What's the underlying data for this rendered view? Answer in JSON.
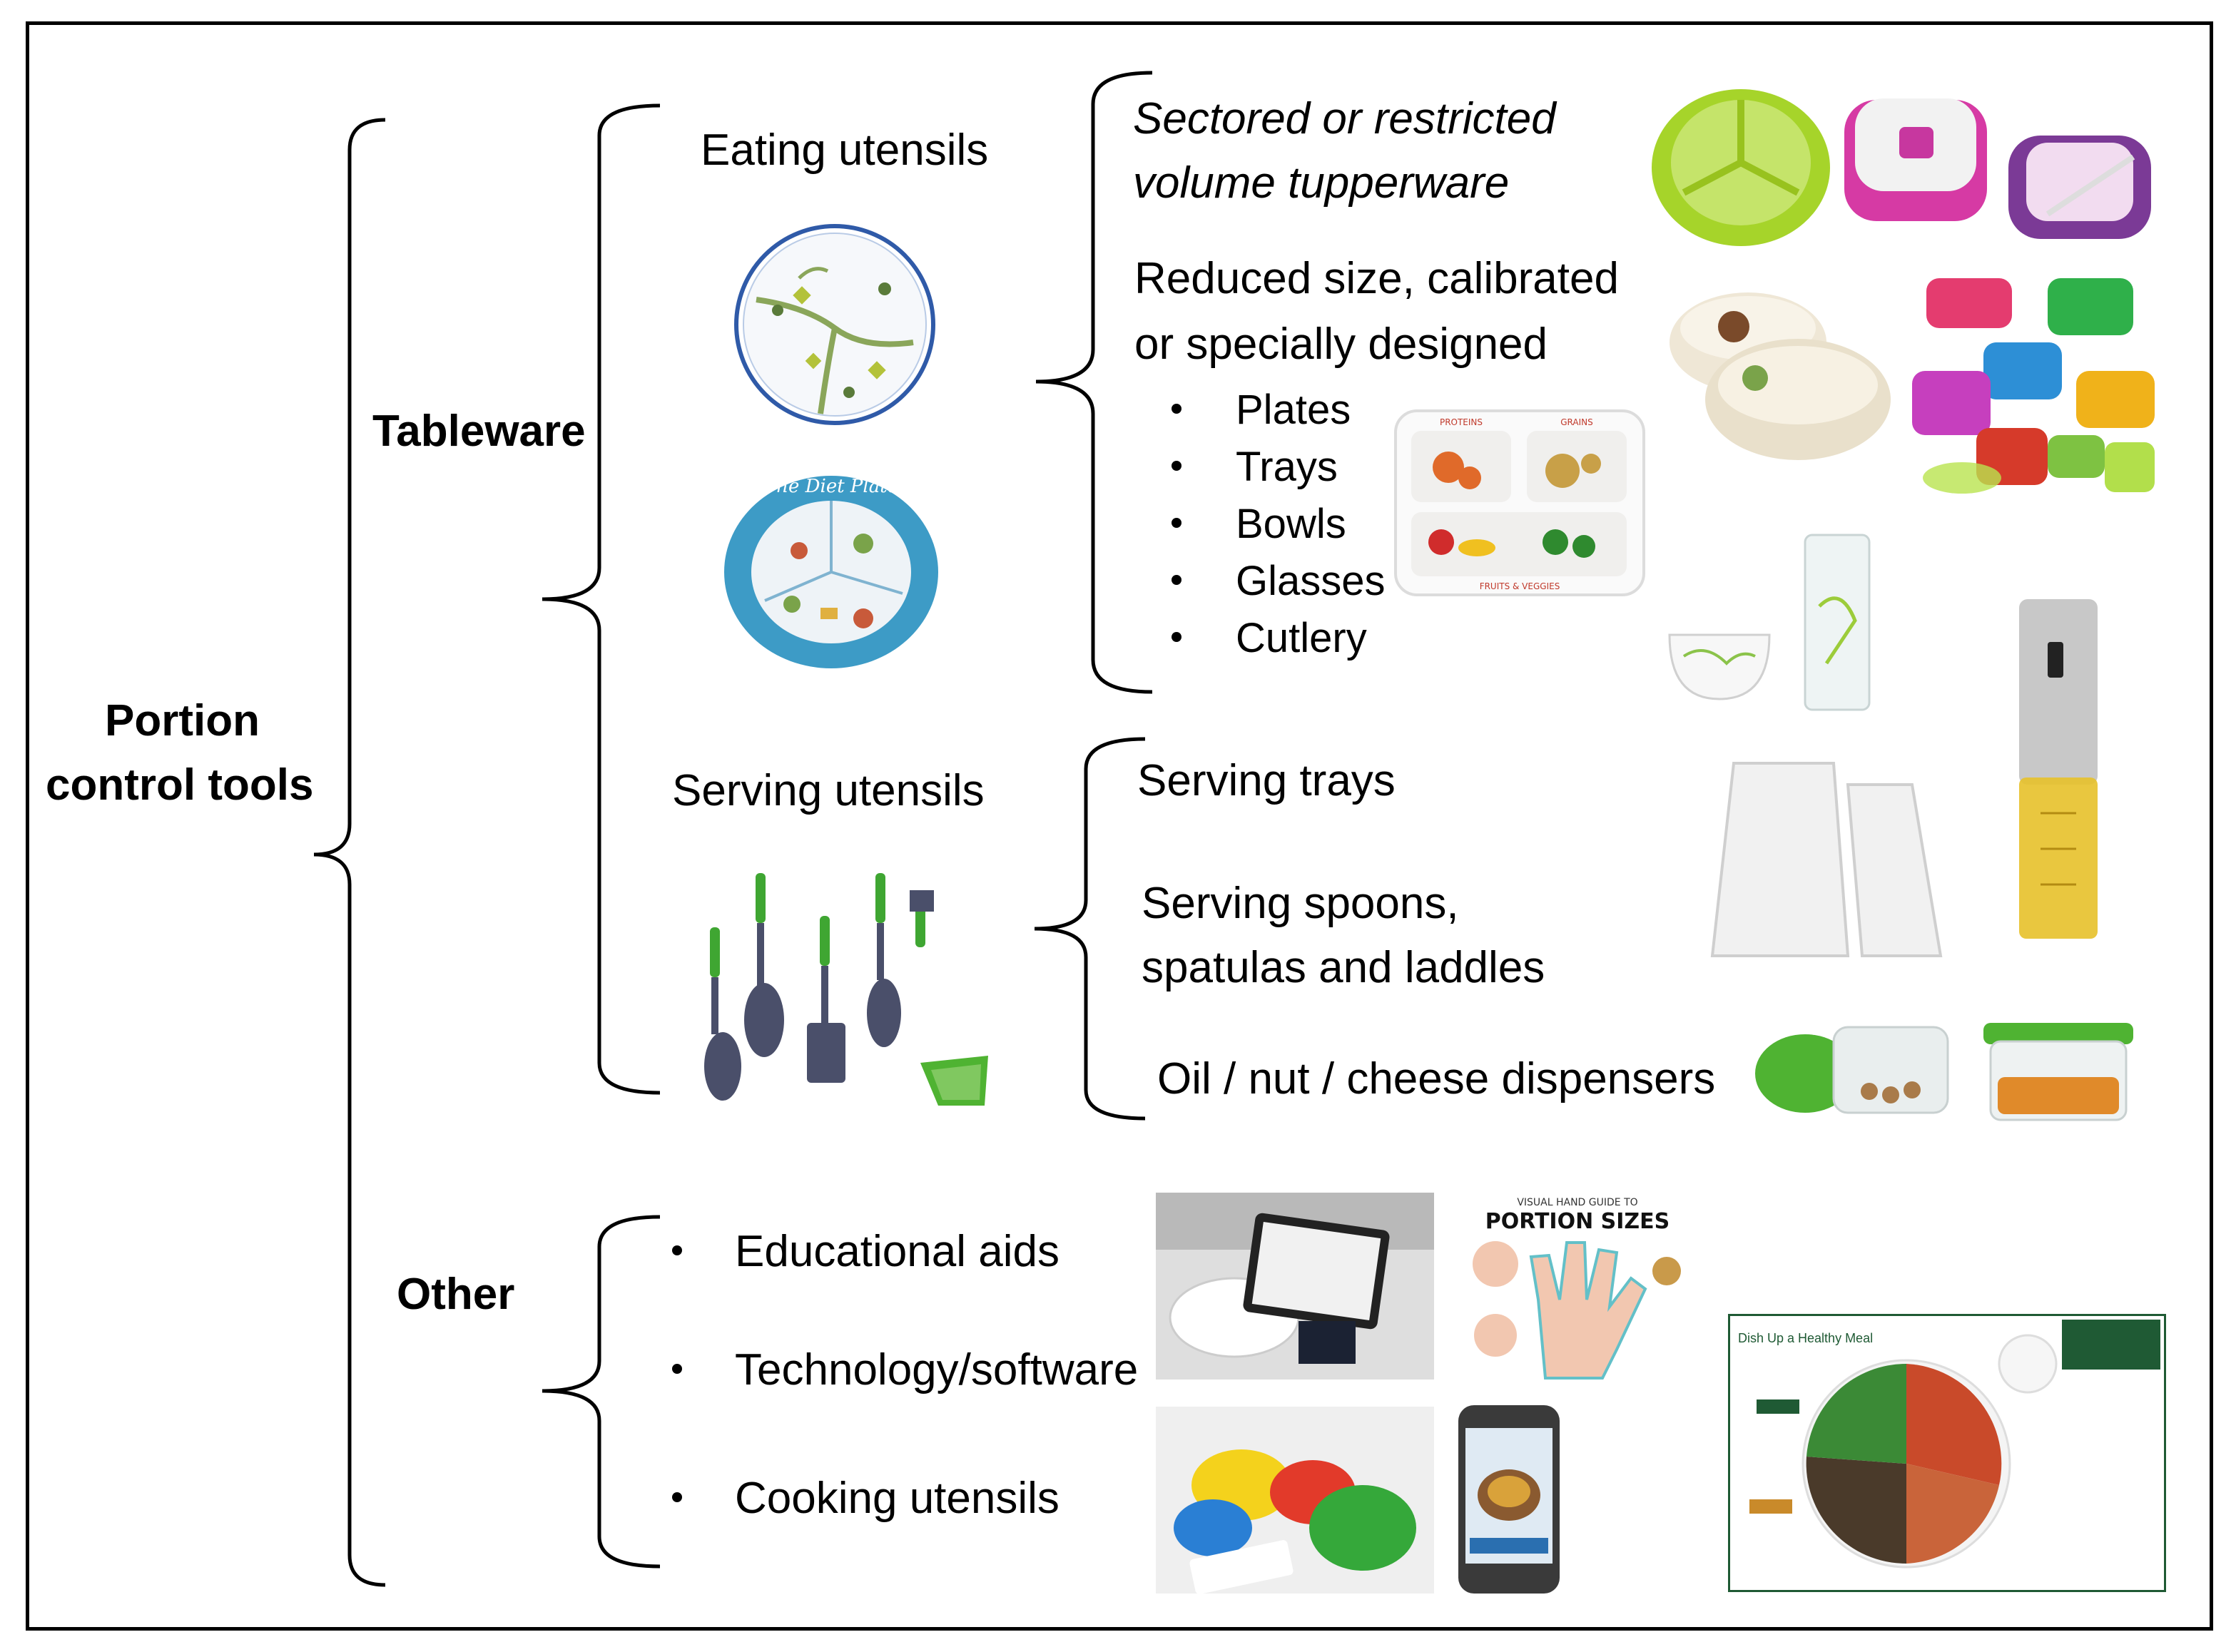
{
  "root": {
    "label_line1": "Portion",
    "label_line2": "control tools"
  },
  "tableware": {
    "label": "Tableware"
  },
  "eating": {
    "label": "Eating utensils",
    "tupperware_line1": "Sectored or restricted",
    "tupperware_line2": "volume  tupperware",
    "reduced_line1": "Reduced size, calibrated",
    "reduced_line2": "or specially designed",
    "items": [
      "Plates",
      "Trays",
      "Bowls",
      "Glasses",
      "Cutlery"
    ]
  },
  "serving": {
    "label": "Serving utensils",
    "trays": "Serving trays",
    "spoons_line1": "Serving spoons,",
    "spoons_line2": "spatulas and laddles",
    "dispensers": "Oil / nut / cheese dispensers"
  },
  "other": {
    "label": "Other",
    "items": [
      "Educational aids",
      "Technology/software",
      "Cooking utensils"
    ]
  },
  "illustration_text": {
    "diet_plate_rim": "The Diet Plate",
    "tray_proteins": "PROTEINS",
    "tray_grains": "GRAINS",
    "tray_fruits": "FRUITS & VEGGIES",
    "hand_guide_top": "VISUAL HAND GUIDE TO",
    "hand_guide_title": "PORTION SIZES",
    "meal_poster_title": "Dish Up a Healthy Meal"
  },
  "colors": {
    "text": "#000000",
    "bracket": "#000000",
    "lime": "#a4d233",
    "green": "#3aa335",
    "magenta": "#c7379f",
    "blue_rim": "#3d9bc6"
  }
}
